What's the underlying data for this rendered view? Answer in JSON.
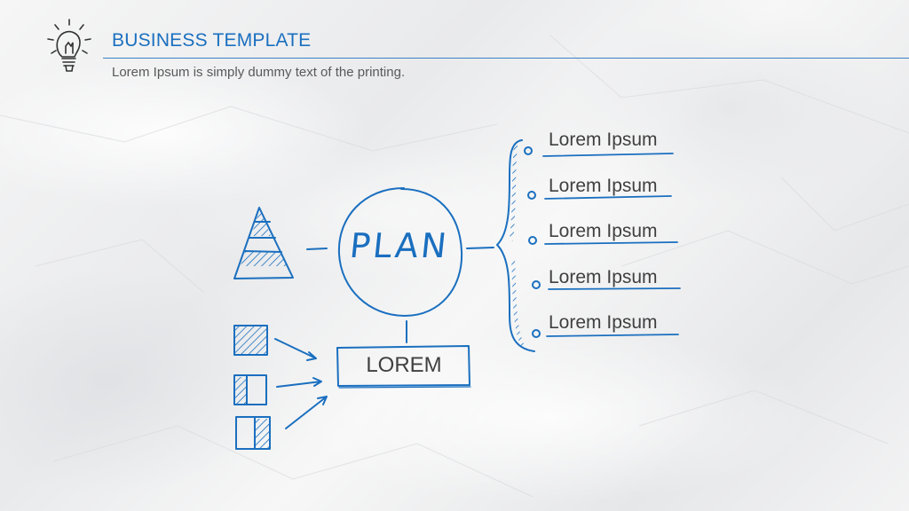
{
  "header": {
    "title": "BUSINESS TEMPLATE",
    "subtitle": "Lorem Ipsum is simply dummy text of the printing."
  },
  "diagram": {
    "center_label": "PLAN",
    "box_label": "LOREM",
    "items": [
      {
        "label": "Lorem Ipsum"
      },
      {
        "label": "Lorem Ipsum"
      },
      {
        "label": "Lorem Ipsum"
      },
      {
        "label": "Lorem Ipsum"
      },
      {
        "label": "Lorem Ipsum"
      }
    ]
  },
  "colors": {
    "accent": "#1a6fbf",
    "text": "#404040",
    "subtitle": "#595959"
  },
  "icons": [
    "lightbulb-icon",
    "pyramid-icon",
    "hatched-square-icon"
  ]
}
